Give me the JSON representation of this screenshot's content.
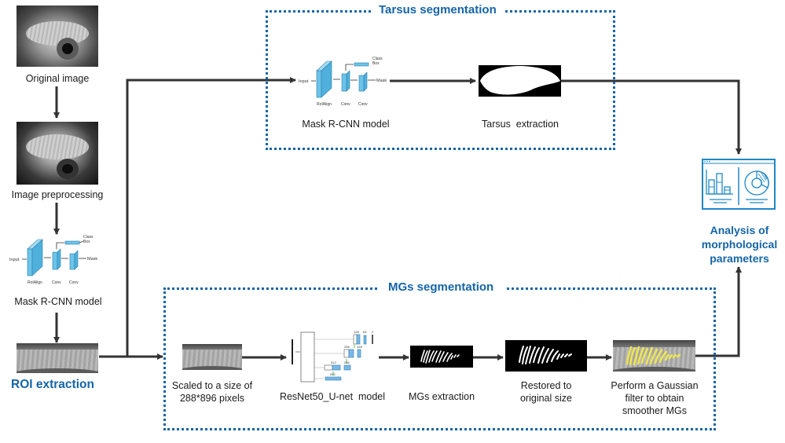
{
  "left_column": {
    "original_image_label": "Original image",
    "preprocessing_label": "Image preprocessing",
    "mask_rcnn_label": "Mask R-CNN model",
    "roi_label": "ROI extraction"
  },
  "mask_rcnn_diagram": {
    "input": "Input",
    "roialign": "RoIAlign",
    "conv1": "Conv",
    "conv2": "Conv",
    "class": "Class",
    "box": "Box",
    "mask": "Mask"
  },
  "tarsus": {
    "title": "Tarsus segmentation",
    "model_label": "Mask R-CNN model",
    "extraction_label": "Tarsus  extraction"
  },
  "mgs": {
    "title": "MGs segmentation",
    "scaled_label_line1": "Scaled to a size of",
    "scaled_label_line2": "288*896 pixels",
    "unet_label": "ResNet50_U-net  model",
    "unet_numbers": [
      "128",
      "64",
      "2",
      "256",
      "128",
      "512",
      "256",
      "512"
    ],
    "extraction_label": "MGs extraction",
    "restored_line1": "Restored to",
    "restored_line2": "original size",
    "gaussian_line1": "Perform a Gaussian",
    "gaussian_line2": "filter to obtain",
    "gaussian_line3": "smoother MGs"
  },
  "analysis": {
    "line1": "Analysis of",
    "line2": "morphological",
    "line3": "parameters",
    "icon": "dashboard-chart-icon"
  },
  "colors": {
    "accent_blue": "#1565a8",
    "arrow": "#333333",
    "gland_yellow": "#f2e84a",
    "layer_cyan": "#6cc3e8"
  }
}
